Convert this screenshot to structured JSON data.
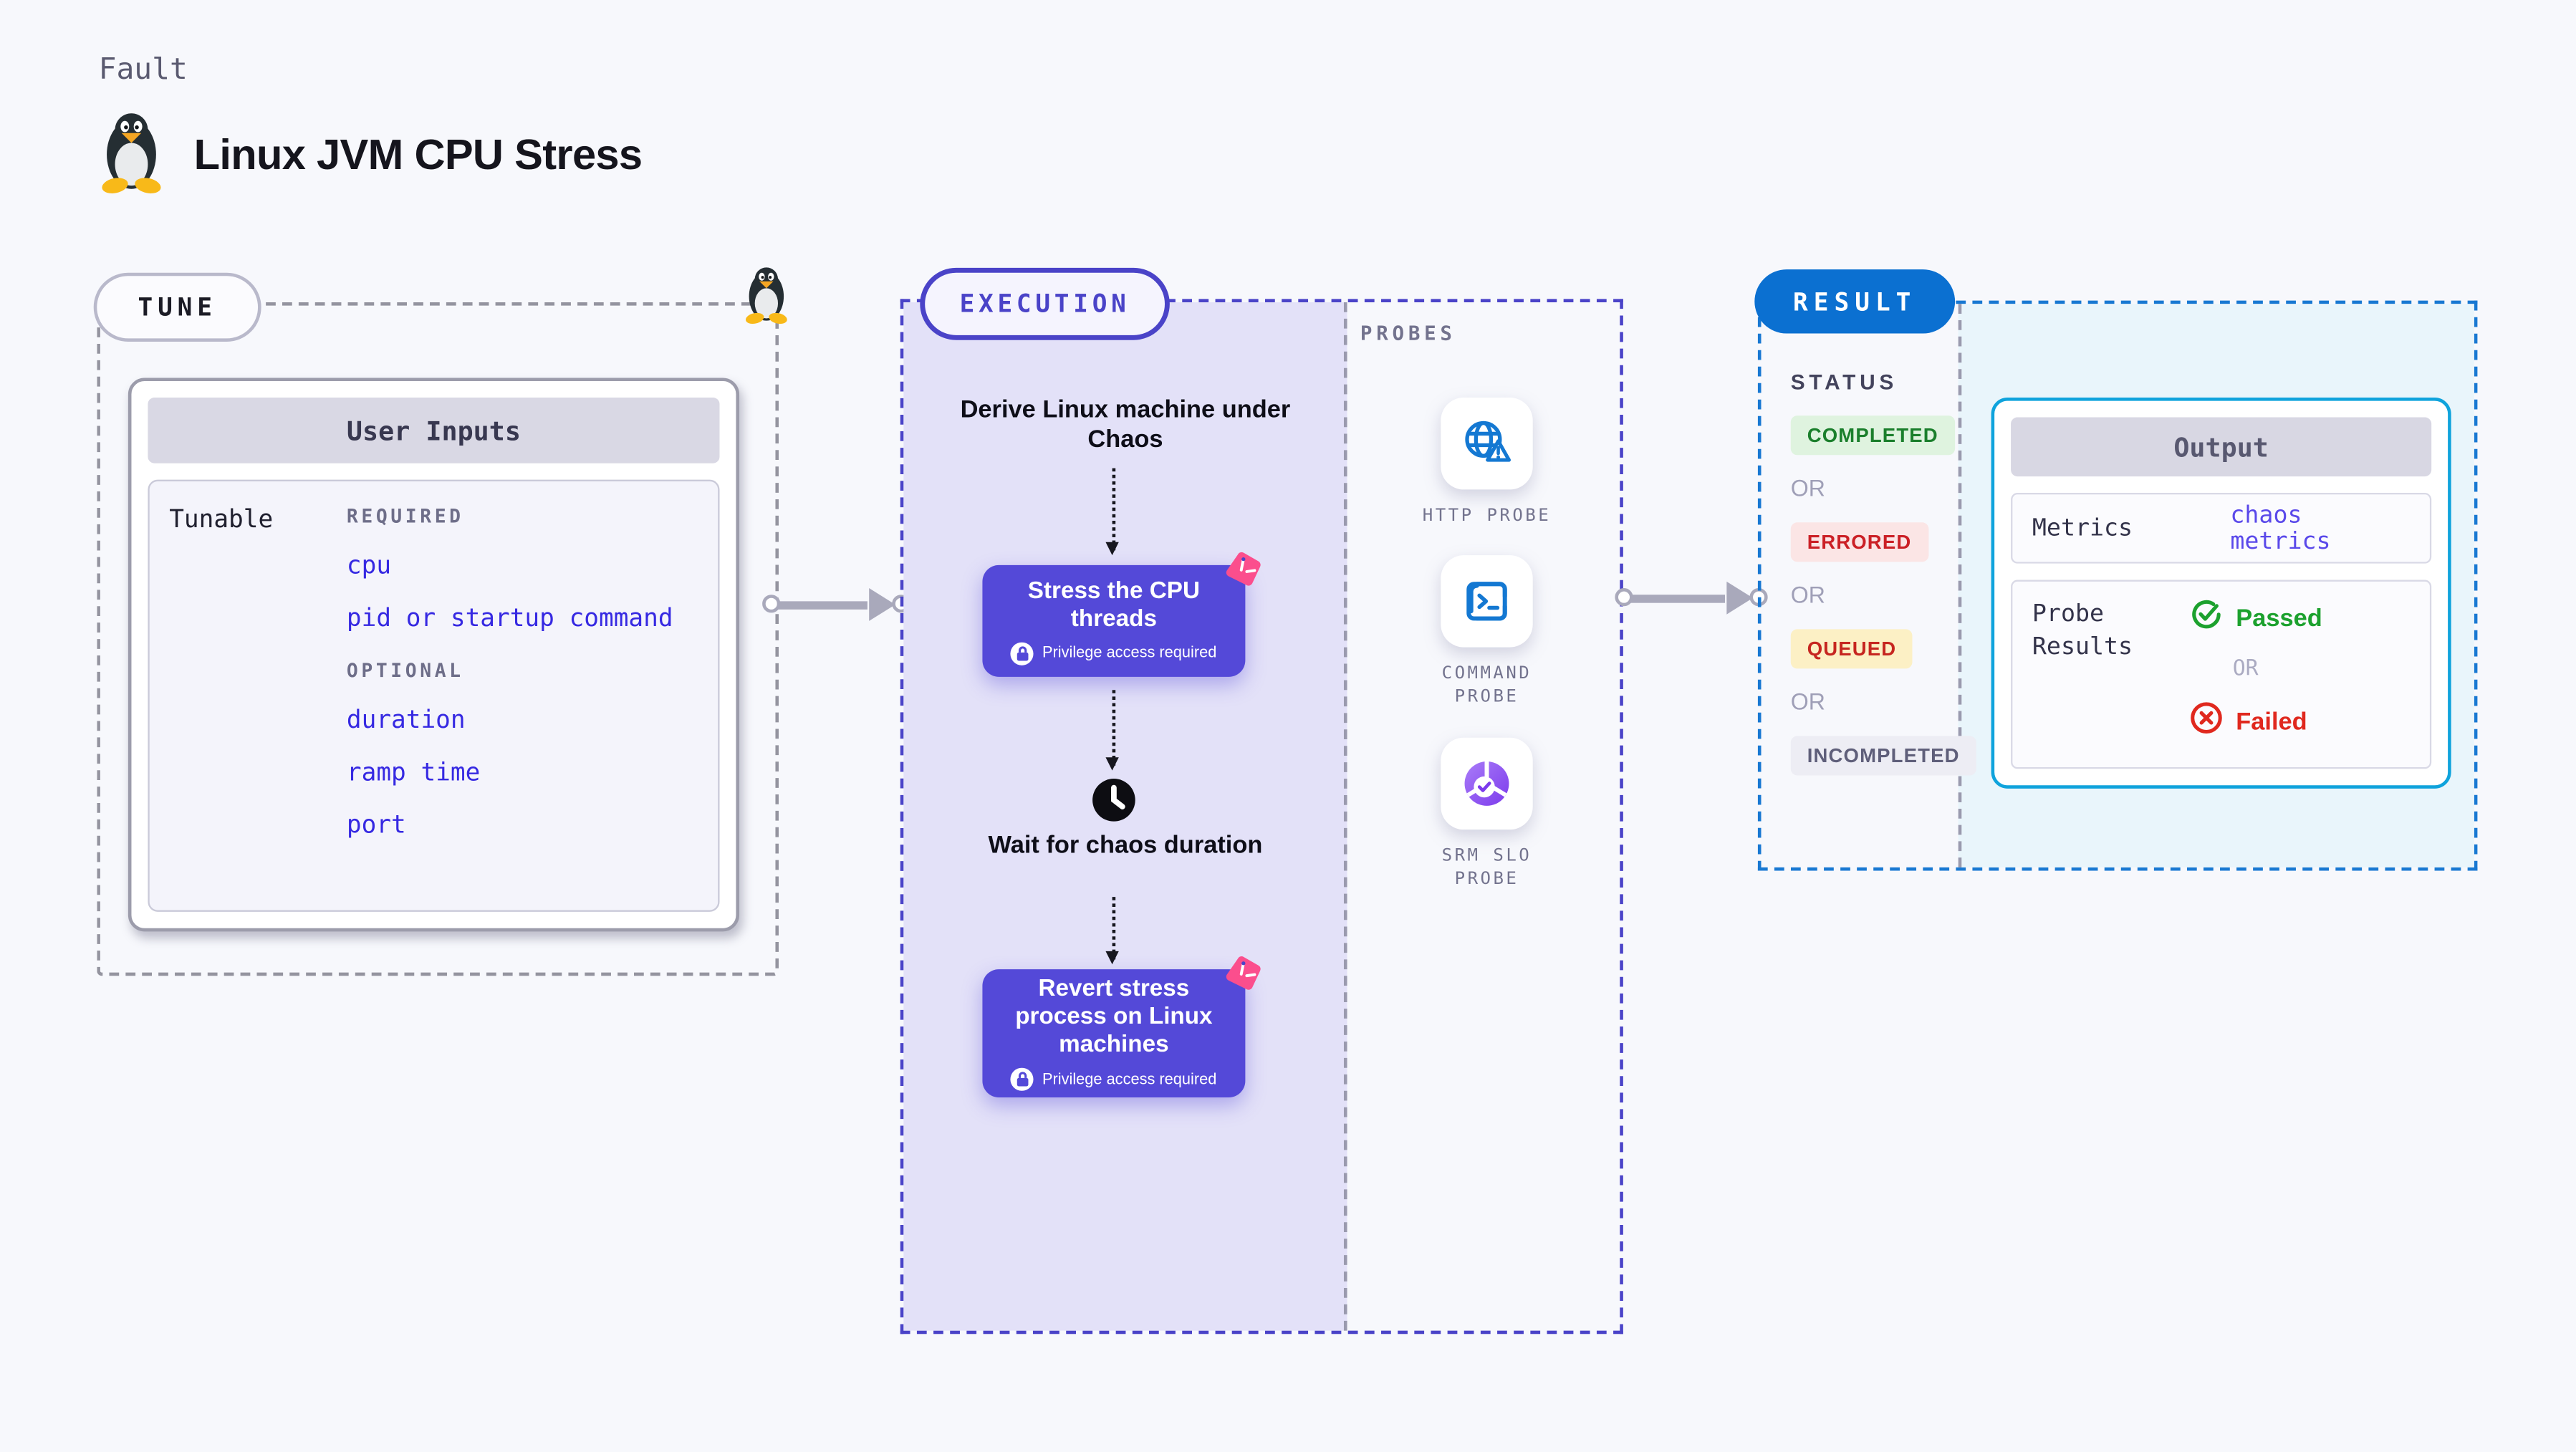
{
  "page": {
    "fault_label": "Fault",
    "title": "Linux JVM CPU Stress"
  },
  "tune": {
    "badge_label": "TUNE",
    "panel_title": "User Inputs",
    "row_label": "Tunable",
    "required_label": "REQUIRED",
    "required_items": [
      "cpu",
      "pid or startup command"
    ],
    "optional_label": "OPTIONAL",
    "optional_items": [
      "duration",
      "ramp time",
      "port"
    ]
  },
  "execution": {
    "badge_label": "EXECUTION",
    "derive_step": "Derive Linux machine under Chaos",
    "stress_step": {
      "label": "Stress the CPU threads",
      "note": "Privilege access required"
    },
    "wait_step": "Wait for chaos duration",
    "revert_step": {
      "label": "Revert stress process on Linux machines",
      "note": "Privilege access required"
    }
  },
  "probes": {
    "section_label": "PROBES",
    "items": [
      {
        "label": "HTTP PROBE",
        "icon": "globe-alert-icon"
      },
      {
        "label": "COMMAND PROBE",
        "icon": "terminal-icon"
      },
      {
        "label": "SRM SLO PROBE",
        "icon": "slo-donut-icon"
      }
    ]
  },
  "result": {
    "badge_label": "RESULT",
    "status_label": "STATUS",
    "or_label": "OR",
    "statuses": [
      {
        "label": "COMPLETED",
        "bg": "#DFF3DF",
        "fg": "#1B7F2C"
      },
      {
        "label": "ERRORED",
        "bg": "#FBE5E5",
        "fg": "#CB2026"
      },
      {
        "label": "QUEUED",
        "bg": "#FCF0C5",
        "fg": "#C62620"
      },
      {
        "label": "INCOMPLETED",
        "bg": "#EDEDF4",
        "fg": "#5F5F7A"
      }
    ],
    "output": {
      "title": "Output",
      "metrics_label": "Metrics",
      "metrics_value": "chaos metrics",
      "probe_results_label": "Probe Results",
      "passed_label": "Passed",
      "or_label": "OR",
      "failed_label": "Failed"
    }
  },
  "colors": {
    "page_bg": "#F7F8FC",
    "execution_accent": "#4A43C8",
    "node_purple": "#5449D8",
    "execution_fill": "#E3E1F8",
    "result_accent": "#1878D2",
    "result_badge_bg": "#0B70D1",
    "output_border": "#0FA3DC",
    "output_fill": "#E9F5FB",
    "param_link_blue": "#3629E2",
    "metrics_link_purple": "#5A49EA",
    "passed_green": "#1CA12E",
    "failed_red": "#E0281E",
    "probe_icon_blue": "#1478D2",
    "chaos_pink": "#FB4E8D",
    "arrow_gray": "#A9A9BB"
  }
}
